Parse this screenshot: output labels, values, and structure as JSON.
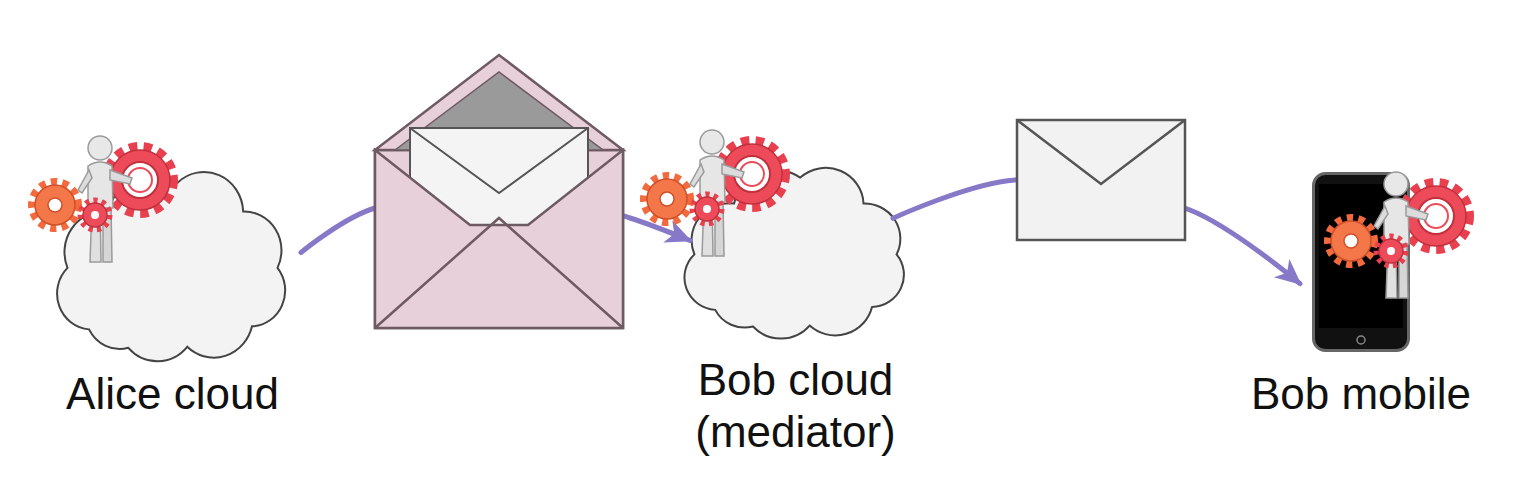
{
  "diagram": {
    "nodes": [
      {
        "text": [
          "Alice cloud"
        ]
      },
      {
        "text": [
          "Bob cloud (mediator)"
        ]
      },
      {
        "text": [
          "Bob mobile"
        ]
      }
    ],
    "edges": [
      {
        "from": 0,
        "to": 1,
        "arrow": "to"
      },
      {
        "from": 1,
        "to": 2,
        "arrow": "to"
      }
    ]
  }
}
